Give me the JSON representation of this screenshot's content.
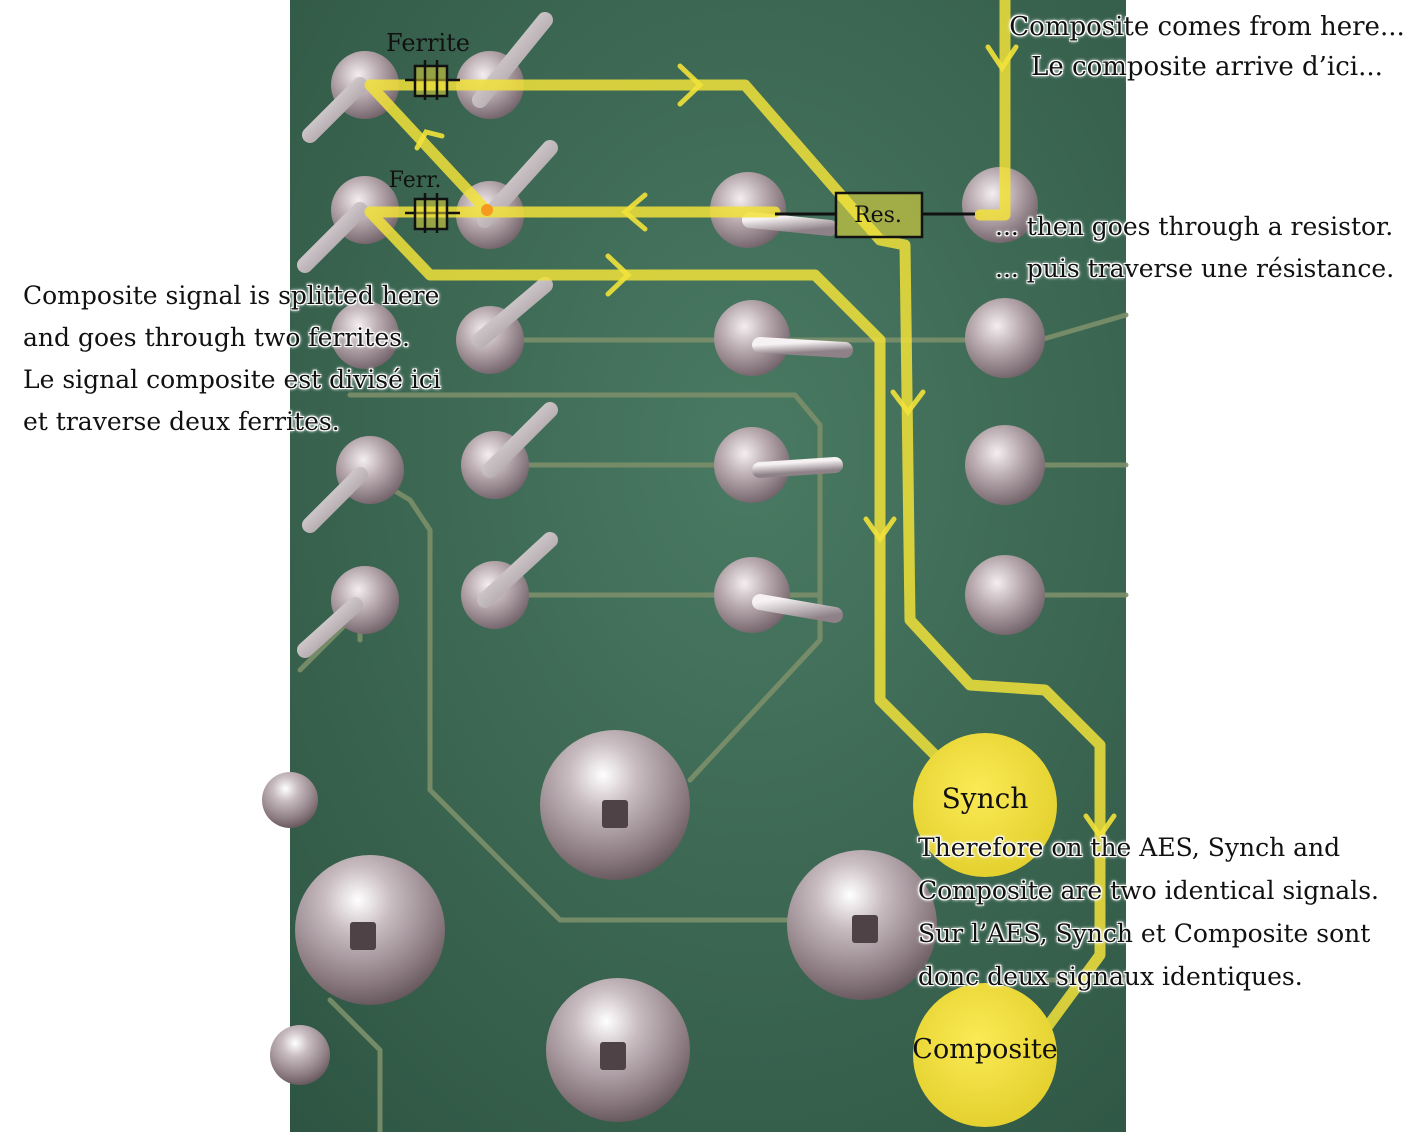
{
  "labels": {
    "ferrite_top": "Ferrite",
    "ferrite_bottom": "Ferr.",
    "resistor": "Res.",
    "synch_pad": "Synch",
    "composite_pad": "Composite"
  },
  "notes": {
    "source": [
      "Composite comes from here...",
      "Le composite arrive d’ici..."
    ],
    "resistor": [
      "... then goes through a resistor.",
      "... puis traverse une résistance."
    ],
    "split": [
      "Composite signal is splitted here",
      "and goes through two ferrites.",
      "Le signal composite est divisé ici",
      "et traverse deux ferrites."
    ],
    "conclusion": [
      "Therefore on the AES, Synch and",
      "Composite are two identical signals.",
      "Sur l’AES, Synch et Composite sont",
      "donc deux signaux identiques."
    ]
  },
  "colors": {
    "board": "#3d6a55",
    "trace": "#f2e23a",
    "pad": "#a79aa0",
    "copper_trace": "#7c8f6a",
    "split_dot": "#f59a1e"
  }
}
